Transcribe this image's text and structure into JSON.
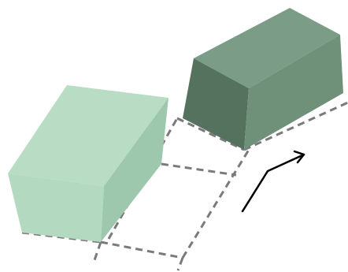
{
  "diagram": {
    "description_icons": [
      "light-box",
      "dark-box",
      "dashed-outline",
      "move-arrow"
    ],
    "colors": {
      "background": "#ffffff",
      "light_box_top": "#b9dcc4",
      "light_box_front": "#b3d9c0",
      "light_box_side": "#9ec8ad",
      "dark_box_top": "#7b9d87",
      "dark_box_front": "#6f9079",
      "dark_box_side": "#55725f",
      "dashed_line": "#7a7a7a",
      "arrow": "#000000"
    }
  }
}
